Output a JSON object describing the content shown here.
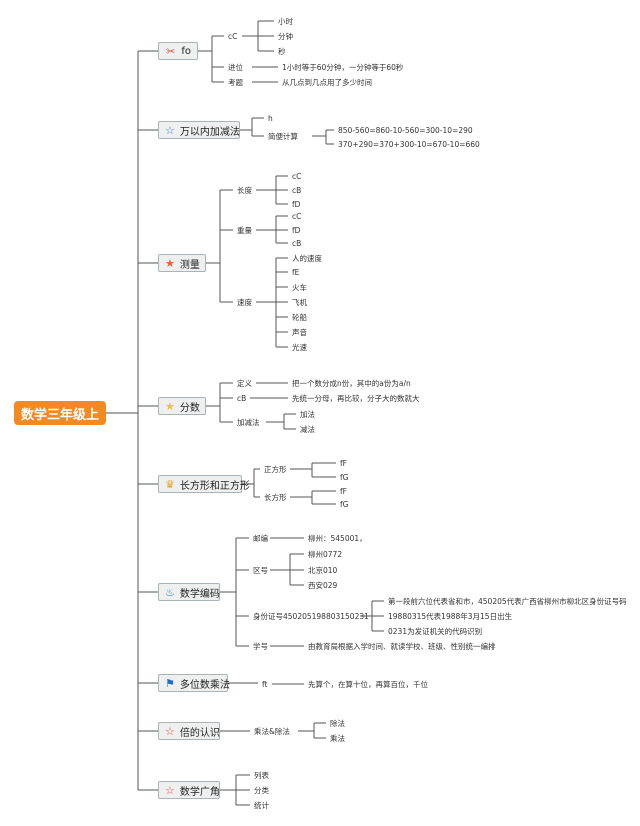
{
  "root": {
    "label": "数学三年级上"
  },
  "colors": {
    "root": "#f28a24",
    "line": "#555555"
  },
  "branches": {
    "b1": {
      "label": "fo",
      "icon": "tools-icon"
    },
    "b2": {
      "label": "万以内加减法",
      "icon": "star-outline-icon"
    },
    "b3": {
      "label": "测量",
      "icon": "star-filled-icon"
    },
    "b4": {
      "label": "分数",
      "icon": "star-yellow-icon"
    },
    "b5": {
      "label": "长方形和正方形",
      "icon": "trophy-icon"
    },
    "b6": {
      "label": "数学编码",
      "icon": "flame-icon"
    },
    "b7": {
      "label": "多位数乘法",
      "icon": "flag-icon"
    },
    "b8": {
      "label": "倍的认识",
      "icon": "star-outline-red-icon"
    },
    "b9": {
      "label": "数学广角",
      "icon": "star-outline-red-icon"
    }
  },
  "nodes": {
    "b1_cc": "cC",
    "b1_h": "小时",
    "b1_m": "分钟",
    "b1_s": "秒",
    "b1_jw": "进位",
    "b1_jw_v": "1小时等于60分钟，一分钟等于60秒",
    "b1_kt": "考题",
    "b1_kt_v": "从几点到几点用了多少时间",
    "b2_h": "h",
    "b2_jb": "简便计算",
    "b2_e1": "850-560=860-10-560=300-10=290",
    "b2_e2": "370+290=370+300-10=670-10=660",
    "b3_cd": "长度",
    "b3_cd1": "cC",
    "b3_cd2": "cB",
    "b3_cd3": "fD",
    "b3_zl": "重量",
    "b3_zl1": "cC",
    "b3_zl2": "fD",
    "b3_zl3": "cB",
    "b3_sd": "速度",
    "b3_sd1": "人的速度",
    "b3_sd2": "fE",
    "b3_sd3": "火车",
    "b3_sd4": "飞机",
    "b3_sd5": "轮船",
    "b3_sd6": "声音",
    "b3_sd7": "光速",
    "b4_dy": "定义",
    "b4_dy_v": "把一个数分成n份，其中的a份为a/n",
    "b4_cb": "cB",
    "b4_cb_v": "先统一分母，再比较，分子大的数就大",
    "b4_jj": "加减法",
    "b4_jj1": "加法",
    "b4_jj2": "减法",
    "b5_zf": "正方形",
    "b5_zf1": "fF",
    "b5_zf2": "fG",
    "b5_cf": "长方形",
    "b5_cf1": "fF",
    "b5_cf2": "fG",
    "b6_yb": "邮编",
    "b6_yb_v": "柳州：545001，",
    "b6_qh": "区号",
    "b6_qh1": "柳州0772",
    "b6_qh2": "北京010",
    "b6_qh3": "西安029",
    "b6_sf": "身份证号450205198803150231",
    "b6_sf1": "第一段前六位代表省和市，450205代表广西省柳州市柳北区身份证号码",
    "b6_sf2": "19880315代表1988年3月15日出生",
    "b6_sf3": "0231为发证机关的代码识别",
    "b6_xh": "学号",
    "b6_xh_v": "由教育局根据入学时间、就读学校、班级、性别统一编排",
    "b7_ft": "ft",
    "b7_ft_v": "先算个，在算十位，再算百位，千位",
    "b8_cc": "乘法&除法",
    "b8_cc1": "除法",
    "b8_cc2": "乘法",
    "b9_1": "列表",
    "b9_2": "分类",
    "b9_3": "统计"
  }
}
